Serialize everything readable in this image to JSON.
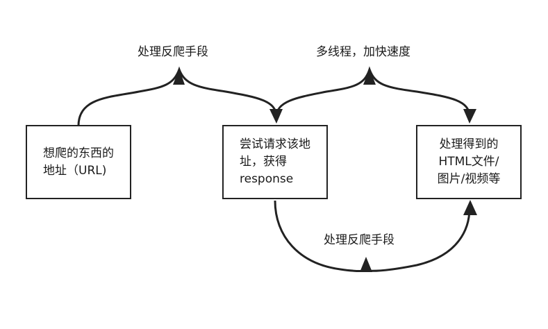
{
  "diagram": {
    "labels": {
      "top_left": "处理反爬手段",
      "top_right": "多线程，加快速度",
      "bottom": "处理反爬手段"
    },
    "nodes": {
      "target": {
        "lines": [
          "想爬的东西的",
          "地址（URL)"
        ]
      },
      "request": {
        "lines": [
          "尝试请求该地",
          "址，获得",
          "response"
        ]
      },
      "result": {
        "lines": [
          "处理得到的",
          "HTML文件/",
          "图片/视频等"
        ]
      }
    },
    "colors": {
      "stroke": "#222222",
      "text": "#1a1a1a",
      "background": "#ffffff"
    }
  }
}
